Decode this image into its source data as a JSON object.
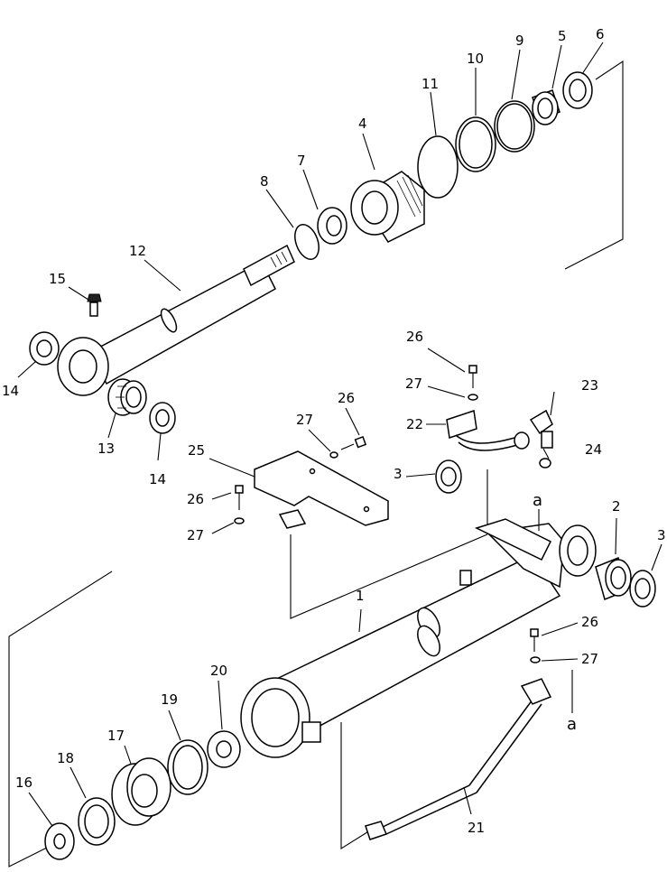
{
  "callouts": [
    {
      "id": "c1",
      "text": "1"
    },
    {
      "id": "c2",
      "text": "2"
    },
    {
      "id": "c3a",
      "text": "3"
    },
    {
      "id": "c3b",
      "text": "3"
    },
    {
      "id": "c4",
      "text": "4"
    },
    {
      "id": "c5",
      "text": "5"
    },
    {
      "id": "c6",
      "text": "6"
    },
    {
      "id": "c7",
      "text": "7"
    },
    {
      "id": "c8",
      "text": "8"
    },
    {
      "id": "c9",
      "text": "9"
    },
    {
      "id": "c10",
      "text": "10"
    },
    {
      "id": "c11",
      "text": "11"
    },
    {
      "id": "c12",
      "text": "12"
    },
    {
      "id": "c13",
      "text": "13"
    },
    {
      "id": "c14a",
      "text": "14"
    },
    {
      "id": "c14b",
      "text": "14"
    },
    {
      "id": "c15",
      "text": "15"
    },
    {
      "id": "c16",
      "text": "16"
    },
    {
      "id": "c17",
      "text": "17"
    },
    {
      "id": "c18",
      "text": "18"
    },
    {
      "id": "c19",
      "text": "19"
    },
    {
      "id": "c20",
      "text": "20"
    },
    {
      "id": "c21",
      "text": "21"
    },
    {
      "id": "c22",
      "text": "22"
    },
    {
      "id": "c23",
      "text": "23"
    },
    {
      "id": "c24",
      "text": "24"
    },
    {
      "id": "c25",
      "text": "25"
    },
    {
      "id": "c26a",
      "text": "26"
    },
    {
      "id": "c26b",
      "text": "26"
    },
    {
      "id": "c26c",
      "text": "26"
    },
    {
      "id": "c26d",
      "text": "26"
    },
    {
      "id": "c27a",
      "text": "27"
    },
    {
      "id": "c27b",
      "text": "27"
    },
    {
      "id": "c27c",
      "text": "27"
    },
    {
      "id": "c27d",
      "text": "27"
    }
  ],
  "connection_marks": [
    {
      "id": "ma1",
      "text": "a"
    },
    {
      "id": "ma2",
      "text": "a"
    }
  ]
}
